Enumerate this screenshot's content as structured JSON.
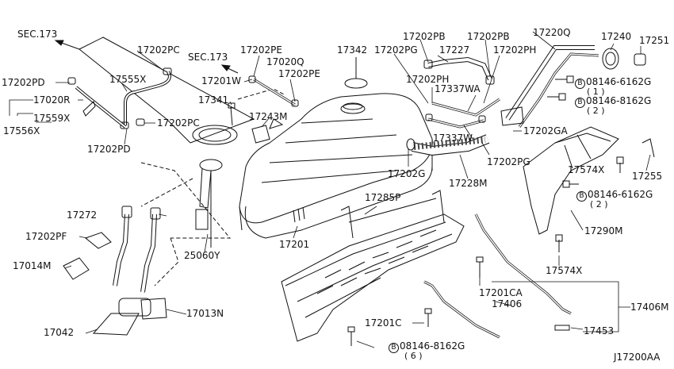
{
  "diagram": {
    "reference_code": "J17200AA",
    "labels": {
      "sec173_left": "SEC.173",
      "sec173_mid": "SEC.173",
      "p17202pc_top": "17202PC",
      "p17202pe_top": "17202PE",
      "p17020q": "17020Q",
      "p17202pe_mid": "17202PE",
      "p17342": "17342",
      "p17202pb_left": "17202PB",
      "p17202pb_right": "17202PB",
      "p17220q": "17220Q",
      "p17240": "17240",
      "p17251": "17251",
      "p17202pd_top": "17202PD",
      "p17020r": "17020R",
      "p17555x": "17555X",
      "p17201w": "17201W",
      "p17202pg_top": "17202PG",
      "p17227": "17227",
      "p17202ph_right": "17202PH",
      "p17202ph_mid": "17202PH",
      "p17337wa": "17337WA",
      "p17559x": "17559X",
      "p17556x": "17556X",
      "p17341": "17341",
      "p17202pc_mid": "17202PC",
      "p17243m": "17243M",
      "p17202pd_bot": "17202PD",
      "p17337w": "17337W",
      "p17202ga": "17202GA",
      "p17202g": "17202G",
      "p17202pg_bot": "17202PG",
      "p17228m": "17228M",
      "p17574x_top": "17574X",
      "p17255": "17255",
      "p17272": "17272",
      "p17285p": "17285P",
      "p17202pf": "17202PF",
      "p17290m": "17290M",
      "p17014m": "17014M",
      "p25060y": "25060Y",
      "p17201": "17201",
      "p17574x_bot": "17574X",
      "p17201ca": "17201CA",
      "p17406": "17406",
      "p17406m": "17406M",
      "p17013n": "17013N",
      "p17042": "17042",
      "p17201c": "17201C",
      "p17453": "17453"
    },
    "bolts": {
      "bolt_a": {
        "marker": "B",
        "part": "08146-6162G",
        "qty": "( 1 )"
      },
      "bolt_b": {
        "marker": "B",
        "part": "08146-8162G",
        "qty": "( 2 )"
      },
      "bolt_c": {
        "marker": "B",
        "part": "08146-6162G",
        "qty": "( 2 )"
      },
      "bolt_d": {
        "marker": "B",
        "part": "08146-8162G",
        "qty": "( 6 )"
      }
    },
    "colors": {
      "ink": "#111111",
      "background": "#ffffff"
    }
  }
}
